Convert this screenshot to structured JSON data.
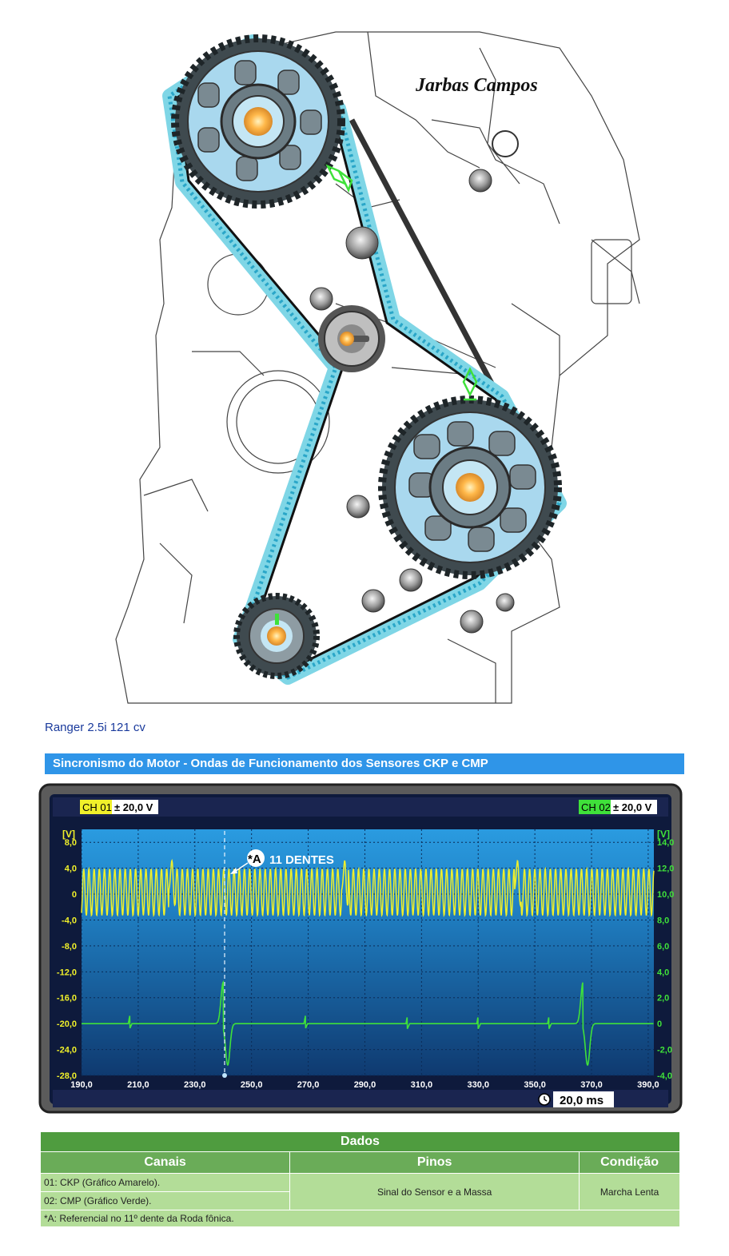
{
  "signature": "Jarbas Campos",
  "caption": "Ranger 2.5i 121 cv",
  "section_title": "Sincronismo do Motor - Ondas de Funcionamento dos Sensores CKP e CMP",
  "scope": {
    "ch1_tag": "CH 01",
    "ch1_range": "± 20,0 V",
    "ch2_tag": "CH 02",
    "ch2_range": "± 20,0 V",
    "left_unit": "[V]",
    "right_unit": "[V]",
    "annotation_marker": "*A",
    "annotation_text": "11  DENTES",
    "timebase": "20,0 ms",
    "colors": {
      "ch1": "#f0f02a",
      "ch2": "#3fe13a"
    }
  },
  "chart_data": {
    "type": "line",
    "x": {
      "ticks": [
        "190,0",
        "210,0",
        "230,0",
        "250,0",
        "270,0",
        "290,0",
        "310,0",
        "330,0",
        "350,0",
        "370,0",
        "390,0"
      ],
      "range": [
        190,
        392
      ]
    },
    "y_left": {
      "ticks": [
        "8,0",
        "4,0",
        "0",
        "-4,0",
        "-8,0",
        "-12,0",
        "-16,0",
        "-20,0",
        "-24,0",
        "-28,0"
      ],
      "range": [
        -28,
        10
      ]
    },
    "y_right": {
      "ticks": [
        "14,0",
        "12,0",
        "10,0",
        "8,0",
        "6,0",
        "4,0",
        "2,0",
        "0",
        "-2,0",
        "-4,0"
      ],
      "range": [
        -4,
        15
      ]
    },
    "series": [
      {
        "name": "CH 01",
        "axis": "left",
        "waveform": "CKP sine ~±3.5 V around 0 V, ~1.83 ms period, gap spikes near 222, 283, 344 ms"
      },
      {
        "name": "CH 02",
        "axis": "right",
        "waveform": "CMP baseline 0 V with small pulses near 207, 269, 305, 330, 355 ms; large swing +3/-3 V near 240 ms and 367 ms"
      }
    ],
    "reference_marker_x": 240.5
  },
  "table": {
    "title": "Dados",
    "headers": [
      "Canais",
      "Pinos",
      "Condição"
    ],
    "channels": [
      "01: CKP (Gráfico Amarelo).",
      "02: CMP (Gráfico Verde)."
    ],
    "pins": "Sinal do Sensor e a Massa",
    "condition": "Marcha Lenta",
    "note": "*A: Referencial no 11º dente da Roda fônica."
  }
}
